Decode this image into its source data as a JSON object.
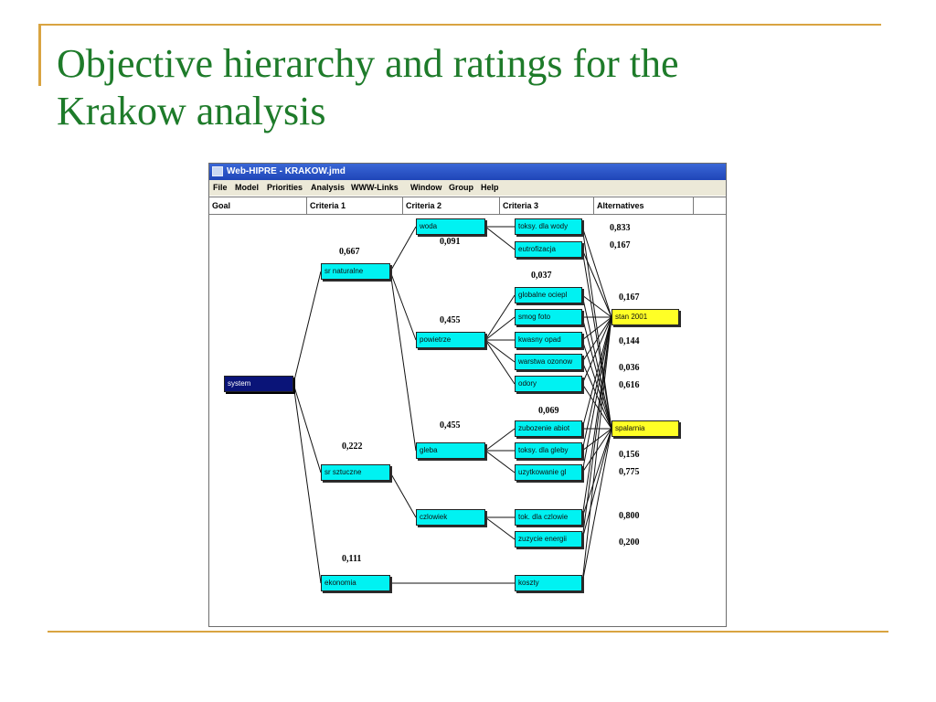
{
  "slide": {
    "title_lines": [
      "Objective hierarchy and ratings for the",
      "Krakow analysis"
    ]
  },
  "window": {
    "title": "Web-HIPRE - KRAKOW.jmd",
    "menu": [
      "File",
      "Model",
      "Priorities",
      "Analysis",
      "WWW-Links",
      "Window",
      "Group",
      "Help"
    ],
    "columns": [
      "Goal",
      "Criteria 1",
      "Criteria 2",
      "Criteria 3",
      "Alternatives"
    ]
  },
  "colors": {
    "title_green": "#1e7b2a",
    "accent_gold": "#d9a441",
    "node_cyan": "#00f2f2",
    "goal_navy": "#0a1478",
    "alternative_yellow": "#ffff26"
  },
  "hierarchy": {
    "goal": {
      "label": "system"
    },
    "criteria1": [
      {
        "label": "sr naturalne",
        "weight": "0,667"
      },
      {
        "label": "sr sztuczne",
        "weight": "0,222"
      },
      {
        "label": "ekonomia",
        "weight": "0,111"
      }
    ],
    "criteria2": [
      {
        "label": "woda",
        "weight": "0,091"
      },
      {
        "label": "powietrze",
        "weight": "0,455"
      },
      {
        "label": "gleba",
        "weight": "0,455"
      },
      {
        "label": "czlowiek",
        "weight": ""
      }
    ],
    "criteria3": [
      {
        "label": "toksy. dla wody"
      },
      {
        "label": "eutrofizacja"
      },
      {
        "label": "globalne ociepl",
        "weight": "0,037"
      },
      {
        "label": "smog foto"
      },
      {
        "label": "kwasny opad"
      },
      {
        "label": "warstwa ozonow"
      },
      {
        "label": "odory"
      },
      {
        "label": "zubozenie abiot",
        "weight": "0,069"
      },
      {
        "label": "toksy. dla gleby"
      },
      {
        "label": "uzytkowanie gl"
      },
      {
        "label": "tok. dla czlowie"
      },
      {
        "label": "zuzycie energii"
      },
      {
        "label": "koszty"
      }
    ],
    "alternatives": [
      {
        "label": "stan 2001"
      },
      {
        "label": "spalarnia"
      }
    ],
    "alternative_ratings": [
      "0,833",
      "0,167",
      "0,167",
      "0,144",
      "0,036",
      "0,616",
      "0,156",
      "0,775",
      "0,800",
      "0,200"
    ]
  }
}
